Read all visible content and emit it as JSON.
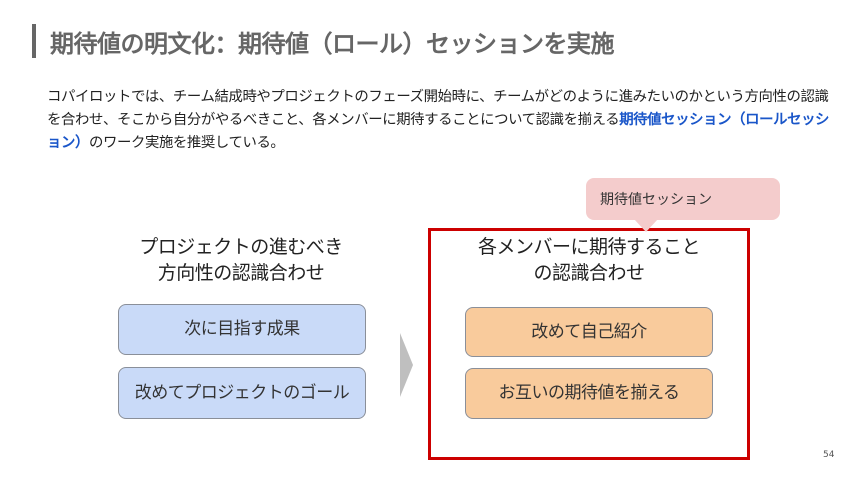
{
  "title": "期待値の明文化：期待値（ロール）セッションを実施",
  "paragraph": {
    "before": "コパイロットでは、チーム結成時やプロジェクトのフェーズ開始時に、チームがどのように進みたいのかという方向性の認識を合わせ、そこから自分がやるべきこと、各メンバーに期待することについて認識を揃える",
    "highlight": "期待値セッション（ロールセッション）",
    "after": "のワーク実施を推奨している。"
  },
  "left": {
    "heading_line1": "プロジェクトの進むべき",
    "heading_line2": "方向性の認識合わせ",
    "items": [
      "次に目指す成果",
      "改めてプロジェクトのゴール"
    ]
  },
  "right": {
    "heading_line1": "各メンバーに期待すること",
    "heading_line2": "の認識合わせ",
    "items": [
      "改めて自己紹介",
      "お互いの期待値を揃える"
    ]
  },
  "callout": "期待値セッション",
  "page_number": "54",
  "colors": {
    "accent_red": "#cc0000",
    "highlight_blue": "#1a56c9",
    "box_blue": "#c9daf8",
    "box_orange": "#f9cb9c",
    "callout_pink": "#f4cccc"
  }
}
